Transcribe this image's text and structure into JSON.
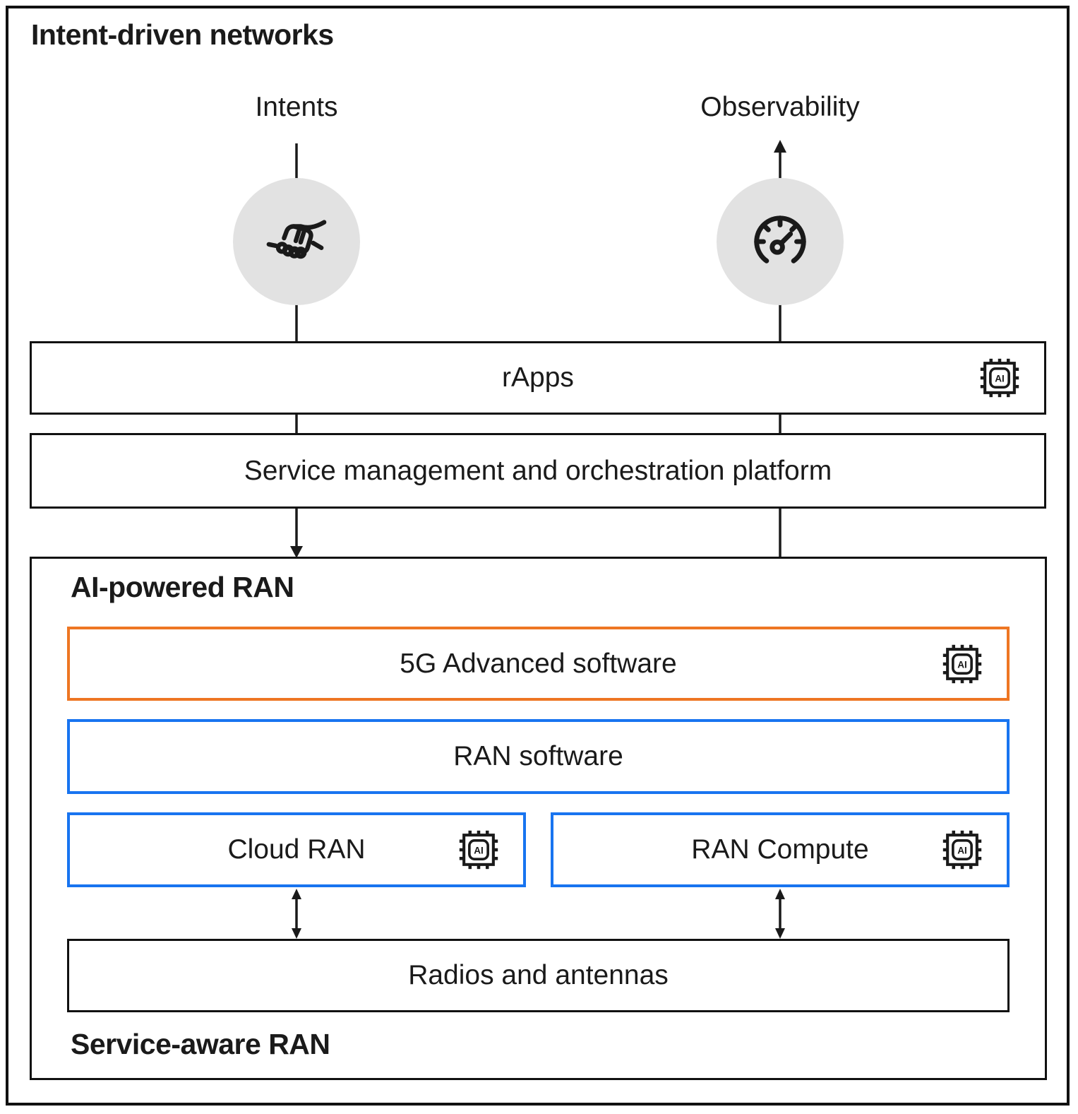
{
  "page": {
    "title": "Intent-driven networks"
  },
  "flows": {
    "intents": {
      "label": "Intents",
      "icon": "handshake-icon",
      "direction": "down"
    },
    "observability": {
      "label": "Observability",
      "icon": "gauge-icon",
      "direction": "up"
    }
  },
  "boxes": {
    "rapps": {
      "label": "rApps",
      "has_ai_icon": true
    },
    "smo": {
      "label": "Service management and orchestration platform",
      "has_ai_icon": false
    },
    "ai_ran_group": {
      "title": "AI-powered RAN",
      "footer": "Service-aware RAN"
    },
    "five_g": {
      "label": "5G Advanced software",
      "border_color": "#ee7623",
      "has_ai_icon": true
    },
    "ran_software": {
      "label": "RAN software",
      "border_color": "#1874f0",
      "has_ai_icon": false
    },
    "cloud_ran": {
      "label": "Cloud RAN",
      "border_color": "#1874f0",
      "has_ai_icon": true
    },
    "ran_compute": {
      "label": "RAN Compute",
      "border_color": "#1874f0",
      "has_ai_icon": true
    },
    "radios": {
      "label": "Radios and antennas",
      "border_color": "#1a1a1a",
      "has_ai_icon": false
    }
  },
  "icons": {
    "ai_chip_label": "AI"
  },
  "colors": {
    "line": "#1a1a1a",
    "accent_orange": "#ee7623",
    "accent_blue": "#1874f0",
    "circle_fill": "#e2e2e2"
  }
}
